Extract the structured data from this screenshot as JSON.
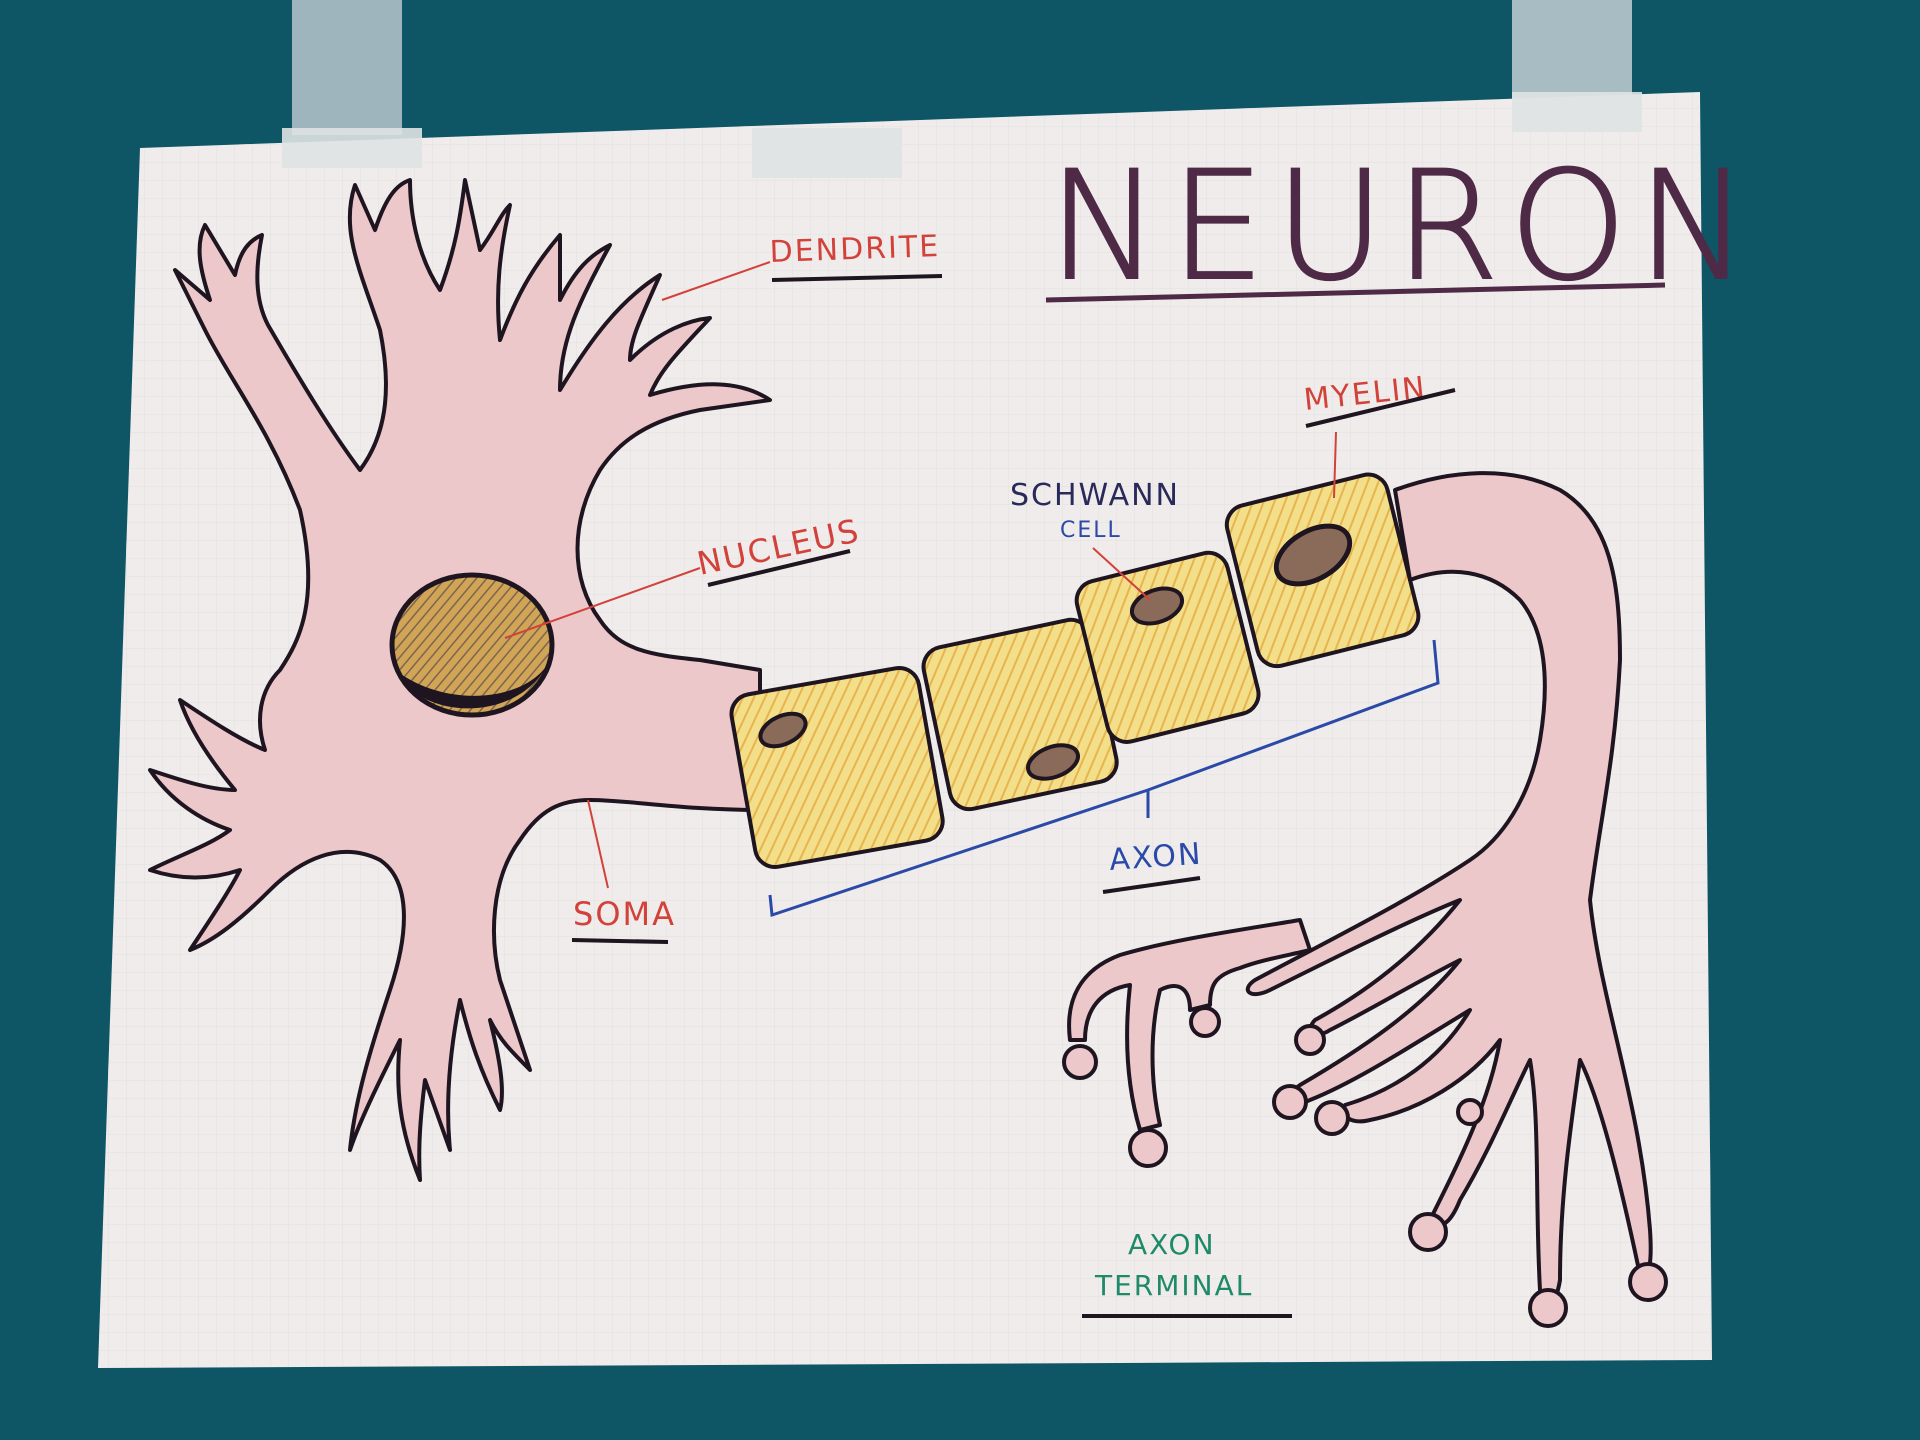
{
  "poster": {
    "title": "NEURON",
    "labels": {
      "dendrite": "DENDRITE",
      "nucleus": "NUCLEUS",
      "soma": "SOMA",
      "schwann_line1": "SCHWANN",
      "schwann_line2": "CELL",
      "myelin": "MYELIN",
      "axon": "AXON",
      "axon_terminal_line1": "AXON",
      "axon_terminal_line2": "TERMINAL"
    }
  },
  "colors": {
    "wall": "#0e5566",
    "paper": "#efeceb",
    "grid": "#dcdad9",
    "outline": "#1f1520",
    "cell_pink": "#ecc7c9",
    "myelin_yellow": "#f2dd86",
    "myelin_orange": "#e8b65a",
    "nucleus_fill": "#c89a4a",
    "title": "#5a2d4a",
    "label_red": "#d2423a",
    "label_blue": "#2b4aa8",
    "label_navy": "#2a2a5a",
    "label_green": "#1f8a6a"
  }
}
